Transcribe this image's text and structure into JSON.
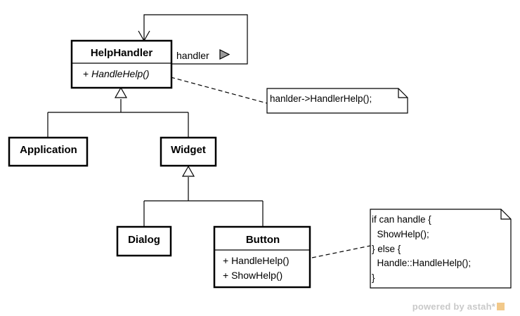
{
  "diagram": {
    "classes": {
      "helphandler": {
        "name": "HelpHandler",
        "operations": [
          "+ HandleHelp()"
        ]
      },
      "application": {
        "name": "Application"
      },
      "widget": {
        "name": "Widget"
      },
      "dialog": {
        "name": "Dialog"
      },
      "button": {
        "name": "Button",
        "operations": [
          "+ HandleHelp()",
          "+ ShowHelp()"
        ]
      }
    },
    "association": {
      "label": "handler"
    },
    "notes": {
      "helphandler_note": {
        "lines": [
          "hanlder->HandlerHelp();"
        ]
      },
      "button_note": {
        "lines": [
          "if can handle {",
          "  ShowHelp();",
          "} else {",
          "  Handle::HandleHelp();",
          "}"
        ]
      }
    }
  },
  "footer": {
    "text": "powered by astah*"
  }
}
